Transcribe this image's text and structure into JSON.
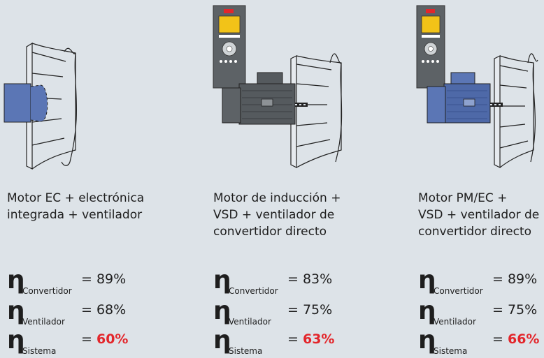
{
  "columns": [
    {
      "caption": "Motor EC + electrónica\nintegrada + ventilador",
      "rows": [
        {
          "sub": "Convertidor",
          "eq": "= ",
          "num": "89%",
          "highlight": false
        },
        {
          "sub": "Ventilador",
          "eq": "= ",
          "num": "68%",
          "highlight": false
        },
        {
          "sub": "Sistema",
          "eq": "= ",
          "num": "60%",
          "highlight": true
        }
      ]
    },
    {
      "caption": "Motor de inducción +\nVSD + ventilador de\nconvertidor directo",
      "rows": [
        {
          "sub": "Convertidor",
          "eq": "= ",
          "num": "83%",
          "highlight": false
        },
        {
          "sub": "Ventilador",
          "eq": "= ",
          "num": "75%",
          "highlight": false
        },
        {
          "sub": "Sistema",
          "eq": "= ",
          "num": "63%",
          "highlight": true
        }
      ]
    },
    {
      "caption": "Motor PM/EC +\nVSD + ventilador de\nconvertidor directo",
      "rows": [
        {
          "sub": "Convertidor",
          "eq": "= ",
          "num": "89%",
          "highlight": false
        },
        {
          "sub": "Ventilador",
          "eq": "= ",
          "num": "75%",
          "highlight": false
        },
        {
          "sub": "Sistema",
          "eq": "= ",
          "num": "66%",
          "highlight": true
        }
      ]
    }
  ],
  "symbol": "η",
  "colors": {
    "background": "#dde3e8",
    "highlight": "#e3262b",
    "ec_motor": "#5b76b5",
    "induction_motor": "#555a5e",
    "pm_motor": "#5b76b5",
    "drive_body": "#5d6266",
    "drive_display": "#f2c318"
  },
  "icons": [
    "ec-motor-fan",
    "drive-unit",
    "induction-motor",
    "pm-motor",
    "fan-impeller"
  ]
}
